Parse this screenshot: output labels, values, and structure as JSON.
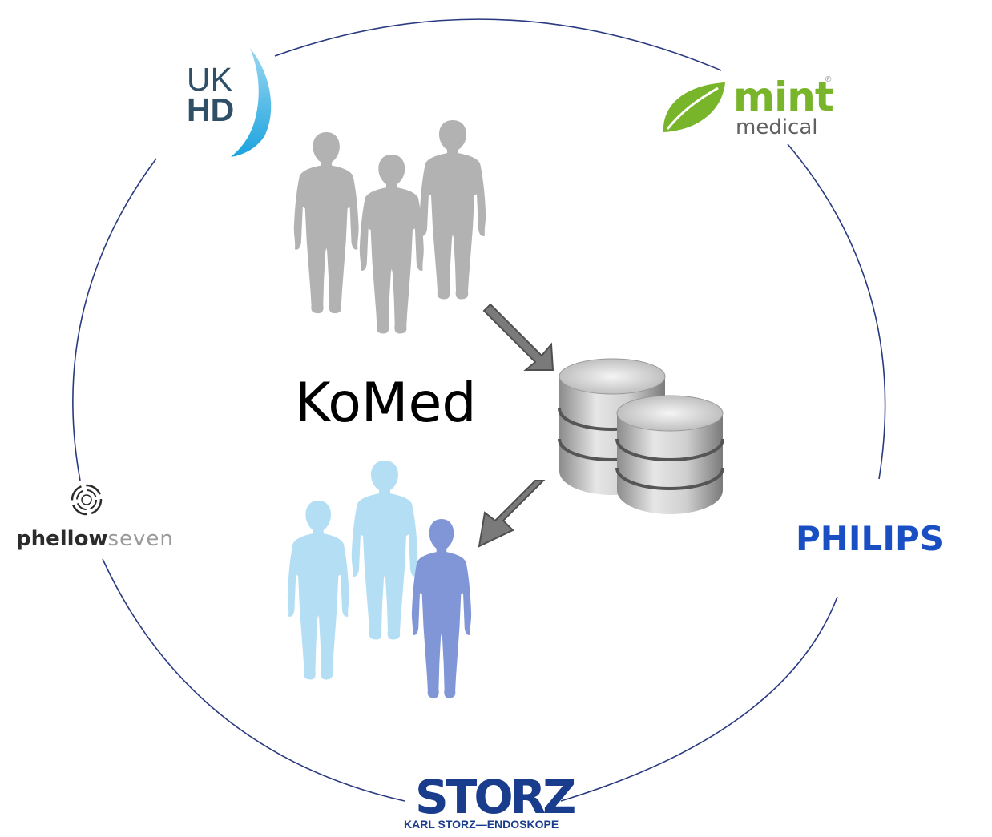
{
  "title": "KoMed",
  "partners": {
    "ukhd": {
      "line1": "UK",
      "line2": "HD"
    },
    "mint": {
      "word": "mint",
      "sub": "medical",
      "reg": "®"
    },
    "phellowseven": {
      "bold": "phellow",
      "light": "seven"
    },
    "philips": {
      "word": "PHILIPS"
    },
    "storz": {
      "word": "STORZ",
      "sub": "KARL STORZ—ENDOSKOPE"
    }
  },
  "colors": {
    "circle": "#2a3a80",
    "people_gray": "#b2b2b2",
    "people_light_blue": "#b4def4",
    "people_blue": "#8096d6",
    "arrow": "#7a7a7a",
    "database": "#bdbdbd"
  }
}
